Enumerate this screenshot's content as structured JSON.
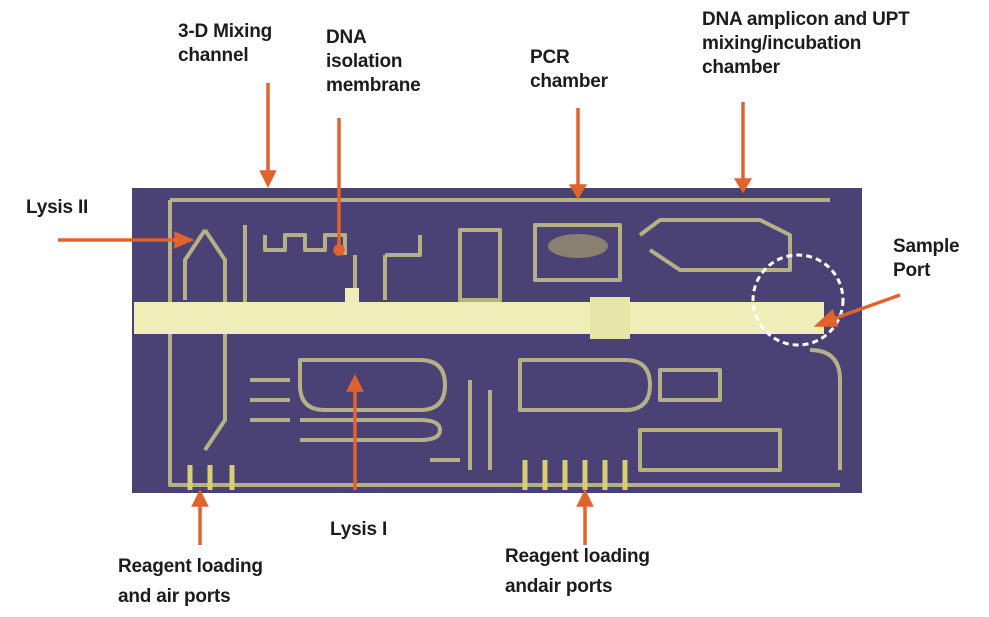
{
  "figure": {
    "description": "Annotated photograph of a microfluidic cassette",
    "colors": {
      "chip_body": "#4a4174",
      "channel": "#c9c48a",
      "bar": "#efeeb8",
      "arrow": "#e0632e",
      "text": "#1c1c1c"
    }
  },
  "labels": {
    "mixing_channel": "3-D Mixing\nchannel",
    "dna_membrane": "DNA\nisolation\nmembrane",
    "pcr_chamber": "PCR\nchamber",
    "amplicon_chamber": "DNA amplicon and UPT\nmixing/incubation\nchamber",
    "lysis_ii": "Lysis II",
    "sample_port": "Sample\nPort",
    "lysis_i": "Lysis I",
    "reagent_ports_left": "Reagent loading\nand air ports",
    "reagent_ports_right": "Reagent loading\nandair ports"
  }
}
